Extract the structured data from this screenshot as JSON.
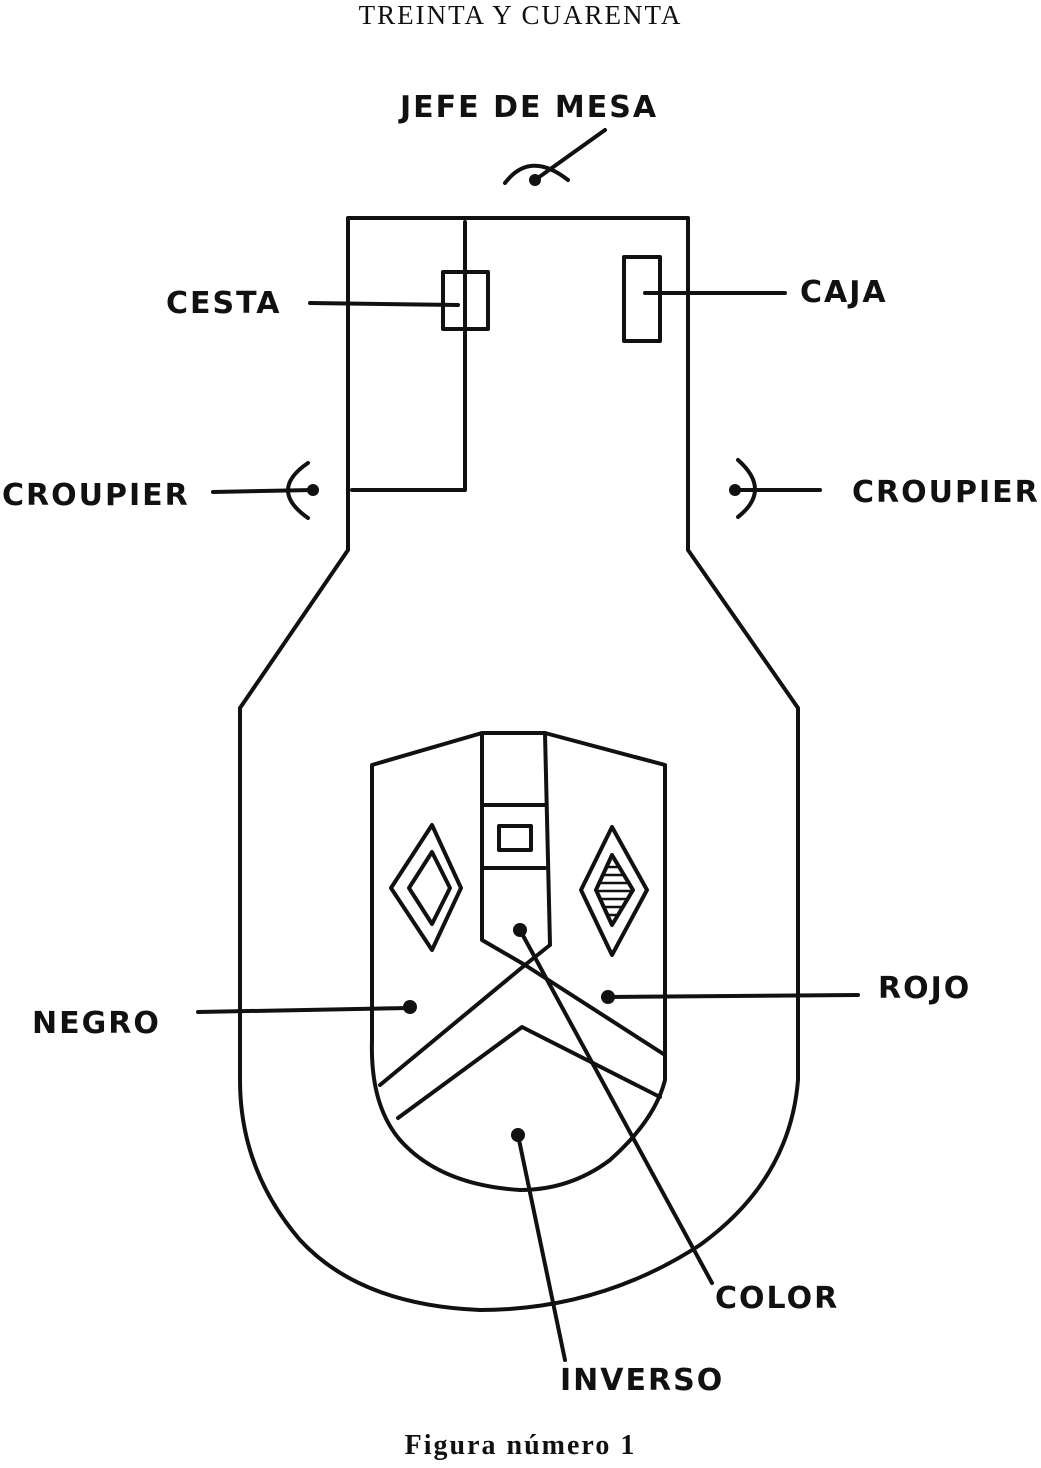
{
  "header": {
    "running_title": "TREINTA Y CUARENTA"
  },
  "diagram": {
    "labels": {
      "jefe_de_mesa": "JEFE DE MESA",
      "cesta": "CESTA",
      "caja": "CAJA",
      "croupier_left": "CROUPIER",
      "croupier_right": "CROUPIER",
      "negro": "NEGRO",
      "rojo": "ROJO",
      "color": "COLOR",
      "inverso": "INVERSO"
    },
    "stroke_color": "#111111"
  },
  "footer": {
    "caption": "Figura número 1"
  }
}
